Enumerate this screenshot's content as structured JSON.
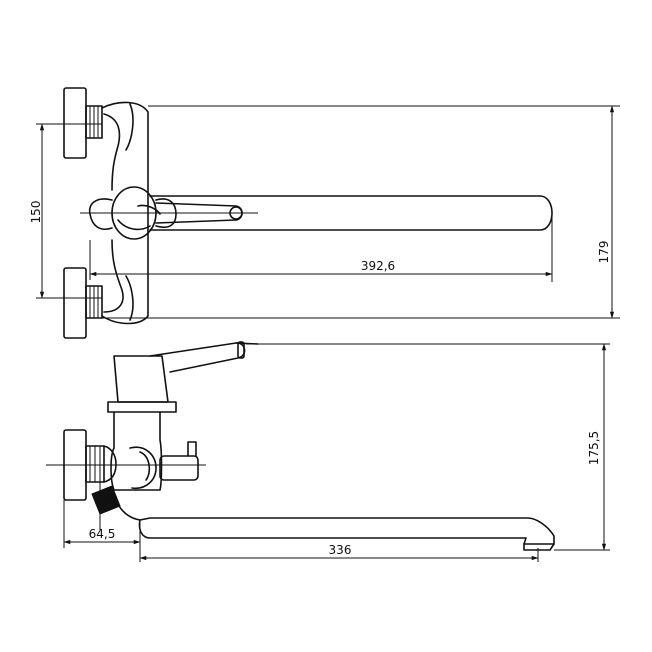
{
  "dimensions": {
    "top_height": "179",
    "top_inlet_spacing": "150",
    "top_spout_length": "392,6",
    "side_height": "175,5",
    "side_inlet_offset": "64,5",
    "side_spout_reach": "336"
  }
}
